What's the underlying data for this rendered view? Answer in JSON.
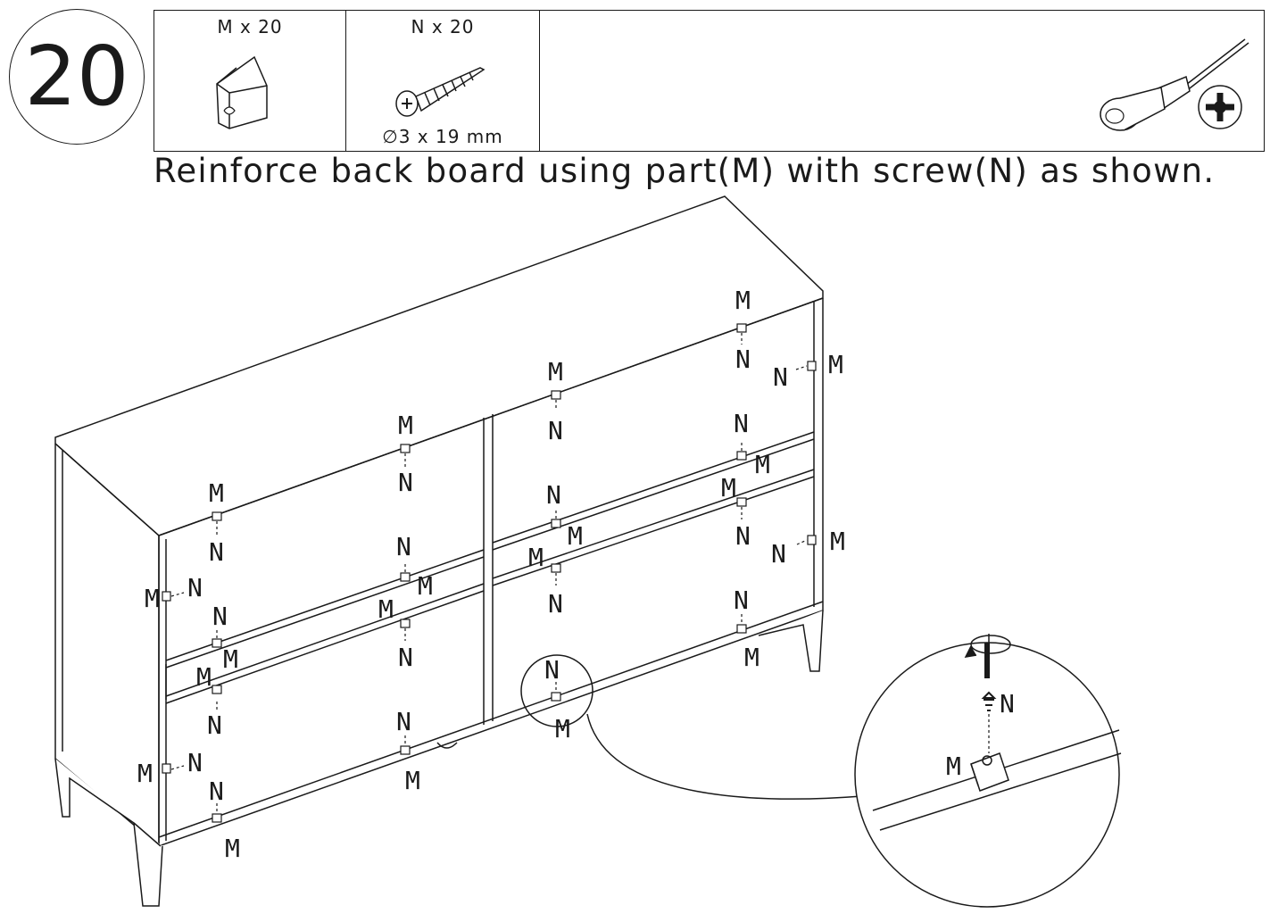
{
  "step": {
    "number": "20"
  },
  "parts": {
    "part_m": {
      "label": "M x 20",
      "icon": "corner-block-icon"
    },
    "part_n": {
      "label": "N x 20",
      "spec": "∅3 x 19 mm",
      "icon": "screw-icon"
    },
    "tool": {
      "icon": "phillips-screwdriver-icon"
    }
  },
  "instruction": "Reinforce back board using part(M) with screw(N) as shown.",
  "callouts": {
    "m": "M",
    "n": "N"
  }
}
